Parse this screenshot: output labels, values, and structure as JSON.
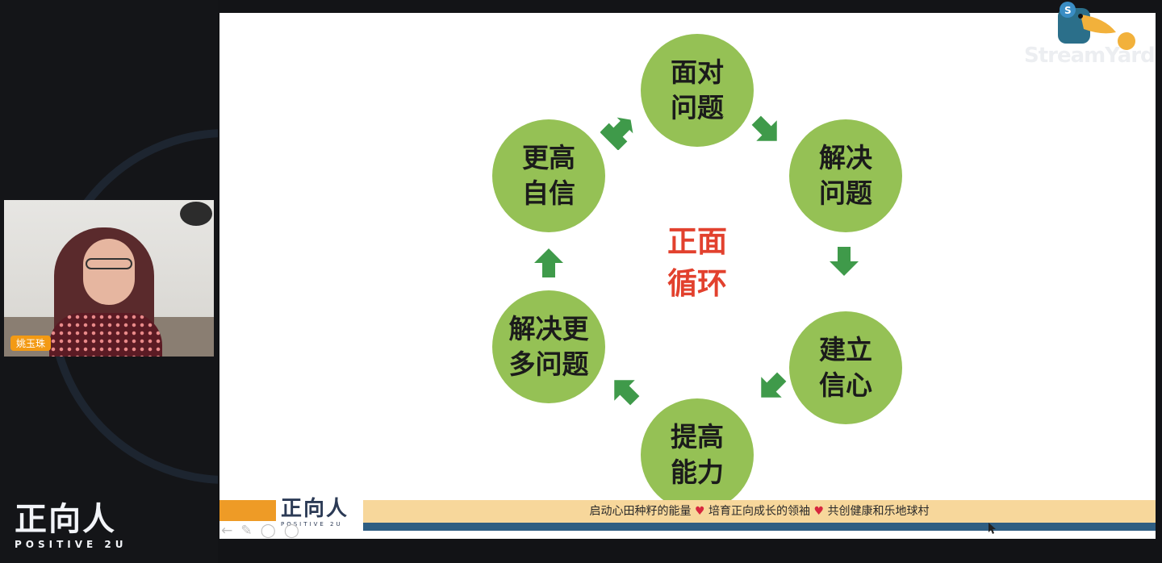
{
  "presenter": {
    "name_tag": "姚玉珠"
  },
  "brand_logo": {
    "chinese": "正向人",
    "english": "POSITIVE 2U"
  },
  "watermark": {
    "text": "StreamYard",
    "icon": "duck-mascot-icon"
  },
  "slide": {
    "center_title_line1": "正面",
    "center_title_line2": "循环",
    "cycle": [
      {
        "line1": "面对",
        "line2": "问题"
      },
      {
        "line1": "解决",
        "line2": "问题"
      },
      {
        "line1": "建立",
        "line2": "信心"
      },
      {
        "line1": "提高",
        "line2": "能力"
      },
      {
        "line1": "解决更",
        "line2": "多问题"
      },
      {
        "line1": "更高",
        "line2": "自信"
      }
    ],
    "footer": {
      "logo_chinese": "正向人",
      "logo_english": "POSITIVE 2U",
      "slogan_1": "启动心田种籽的能量",
      "slogan_2": "培育正向成长的领袖",
      "slogan_3": "共创健康和乐地球村",
      "separator_icon": "heart-icon"
    },
    "nav_icons": [
      "back-arrow-icon",
      "pen-icon",
      "circle-icon",
      "zoom-icon",
      "forward-arrow-icon"
    ]
  },
  "colors": {
    "circle_green": "#95c155",
    "arrow_green": "#3f9a4a",
    "title_red": "#e2412e",
    "footer_yellow": "#f7d79b",
    "footer_blue": "#2f5e82",
    "footer_orange": "#ee9b26"
  }
}
